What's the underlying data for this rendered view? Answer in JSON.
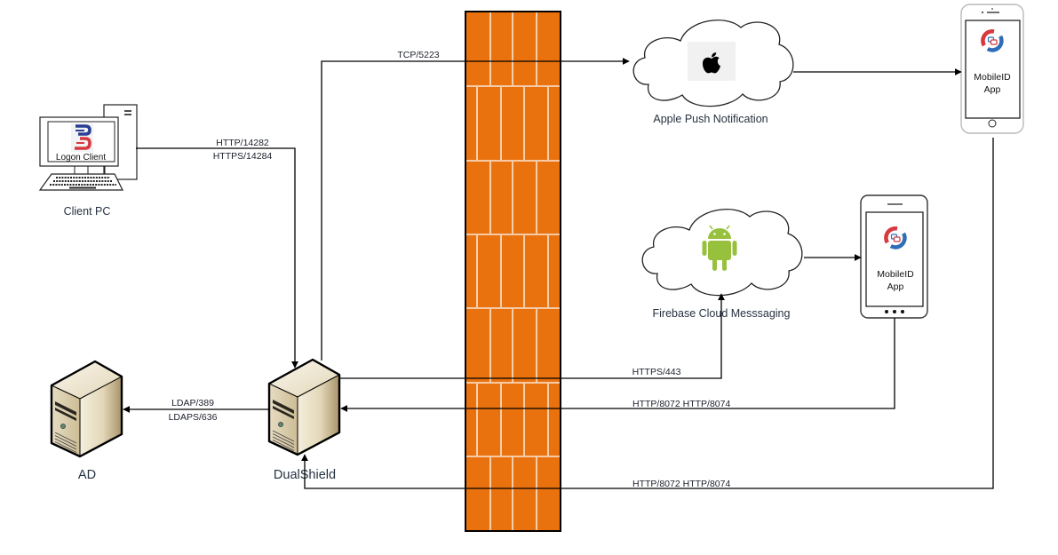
{
  "nodes": {
    "client_pc": {
      "label": "Client PC",
      "screen_text": "Logon Client",
      "icon": "desktop-computer"
    },
    "ad_server": {
      "label": "AD",
      "icon": "server-tower"
    },
    "dualshield_server": {
      "label": "DualShield",
      "icon": "server-tower"
    },
    "firewall": {
      "icon": "brick-firewall"
    },
    "apple_push": {
      "label": "Apple Push Notification",
      "icon": "apple-logo"
    },
    "firebase": {
      "label": "Firebase Cloud Messsaging",
      "icon": "android-robot"
    },
    "iphone": {
      "app_label_line1": "MobileID",
      "app_label_line2": "App",
      "icon": "smartphone-ios"
    },
    "android_phone": {
      "app_label_line1": "MobileID",
      "app_label_line2": "App",
      "icon": "smartphone-android"
    }
  },
  "connections": [
    {
      "from": "client_pc",
      "to": "dualshield_server",
      "labels": [
        "HTTP/14282",
        "HTTPS/14284"
      ]
    },
    {
      "from": "dualshield_server",
      "to": "apple_push",
      "labels": [
        "TCP/5223"
      ]
    },
    {
      "from": "apple_push",
      "to": "iphone",
      "labels": []
    },
    {
      "from": "firebase",
      "to": "android_phone",
      "labels": []
    },
    {
      "from": "dualshield_server",
      "to": "firebase",
      "labels": [
        "HTTPS/443"
      ]
    },
    {
      "from": "android_phone",
      "to": "dualshield_server",
      "labels": [
        "HTTP/8072 HTTP/8074"
      ]
    },
    {
      "from": "iphone",
      "to": "dualshield_server",
      "labels": [
        "HTTP/8072 HTTP/8074"
      ]
    },
    {
      "from": "dualshield_server",
      "to": "ad_server",
      "labels": [
        "LDAP/389",
        "LDAPS/636"
      ]
    }
  ],
  "colors": {
    "firewall_orange": "#E9720F",
    "android_green": "#97C03D",
    "logo_red": "#D8383F",
    "logo_blue": "#2F6DB6",
    "server_beige": "#D8CAA4",
    "line": "#000000"
  }
}
